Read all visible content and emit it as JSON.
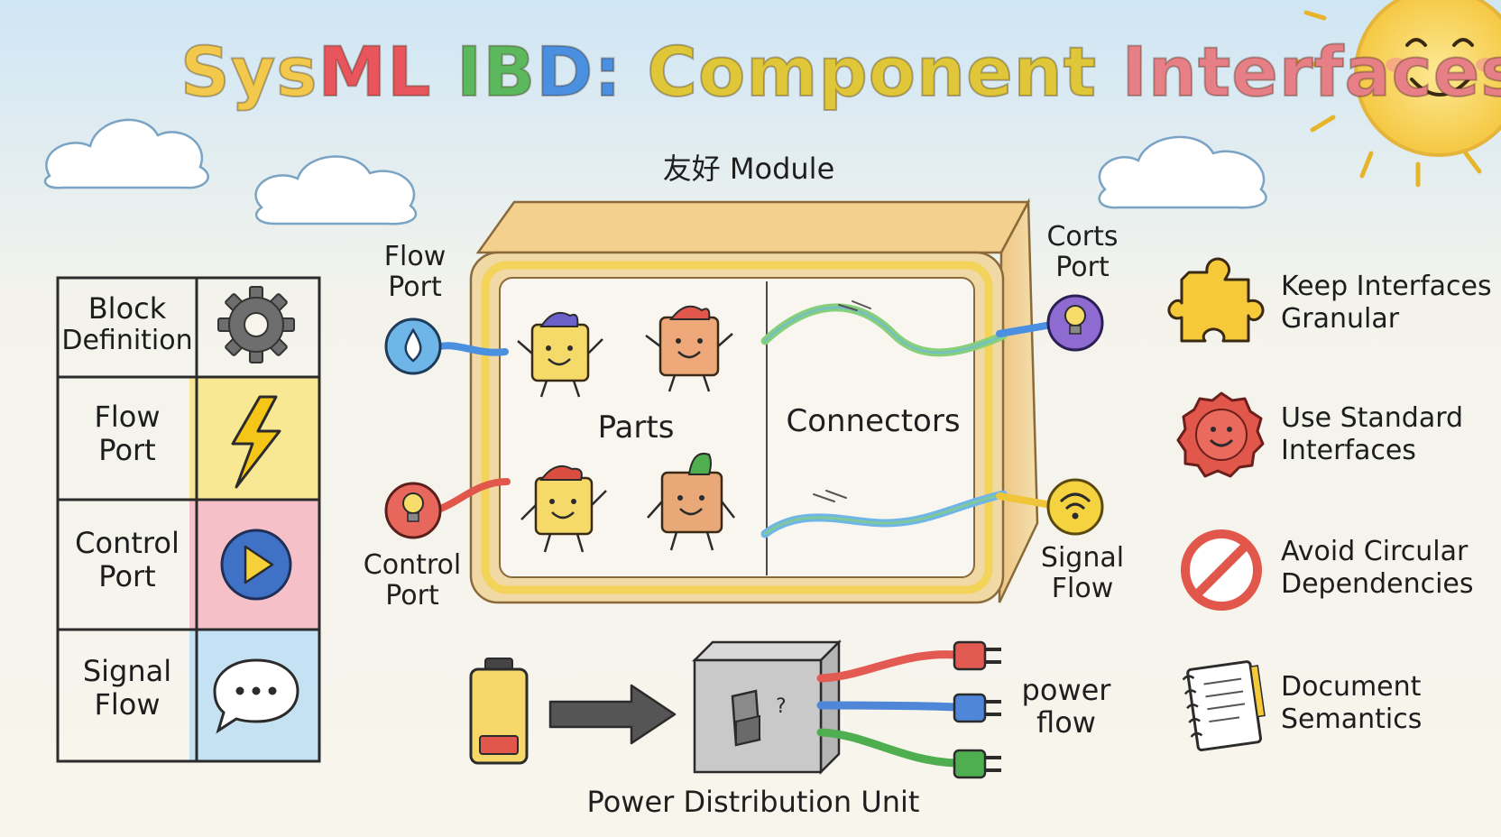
{
  "title": {
    "w1": "Sys",
    "w2": "ML",
    "w3": "IB",
    "w4": "D:",
    "w5": "Component",
    "w6": "Interfaces"
  },
  "module": {
    "label": "友好 Module",
    "parts_label": "Parts",
    "connectors_label": "Connectors",
    "ports": {
      "flow_port": [
        "Flow",
        "Port"
      ],
      "control_port": [
        "Control",
        "Port"
      ],
      "corts_port": [
        "Corts",
        "Port"
      ],
      "signal_flow": [
        "Signal",
        "Flow"
      ]
    }
  },
  "legend": [
    {
      "label": [
        "Block",
        "Definition"
      ],
      "icon": "gear-icon",
      "bg": "#ffffff"
    },
    {
      "label": [
        "Flow",
        "Port"
      ],
      "icon": "lightning-icon",
      "bg": "#f8e58a"
    },
    {
      "label": [
        "Control",
        "Port"
      ],
      "icon": "play-icon",
      "bg": "#f4b6c2"
    },
    {
      "label": [
        "Signal",
        "Flow"
      ],
      "icon": "speech-bubble-icon",
      "bg": "#bfe0f4"
    }
  ],
  "tips": [
    {
      "label": [
        "Keep Interfaces",
        "Granular"
      ],
      "icon": "puzzle-icon"
    },
    {
      "label": [
        "Use Standard",
        "Interfaces"
      ],
      "icon": "smiley-badge-icon"
    },
    {
      "label": [
        "Avoid Circular",
        "Dependencies"
      ],
      "icon": "no-sign-icon"
    },
    {
      "label": [
        "Document",
        "Semantics"
      ],
      "icon": "notebook-icon"
    }
  ],
  "pdu": {
    "label": "Power Distribution Unit",
    "flow_label": [
      "power",
      "flow"
    ],
    "switch_mark": "?"
  },
  "colors": {
    "module_fill": "#f2d7a0",
    "module_border": "#f0d35a",
    "connector_green": "#86d07a",
    "connector_blue": "#6fb6e8",
    "plug_red": "#e25a52",
    "plug_blue": "#4f86d8",
    "plug_green": "#4fae4f"
  }
}
